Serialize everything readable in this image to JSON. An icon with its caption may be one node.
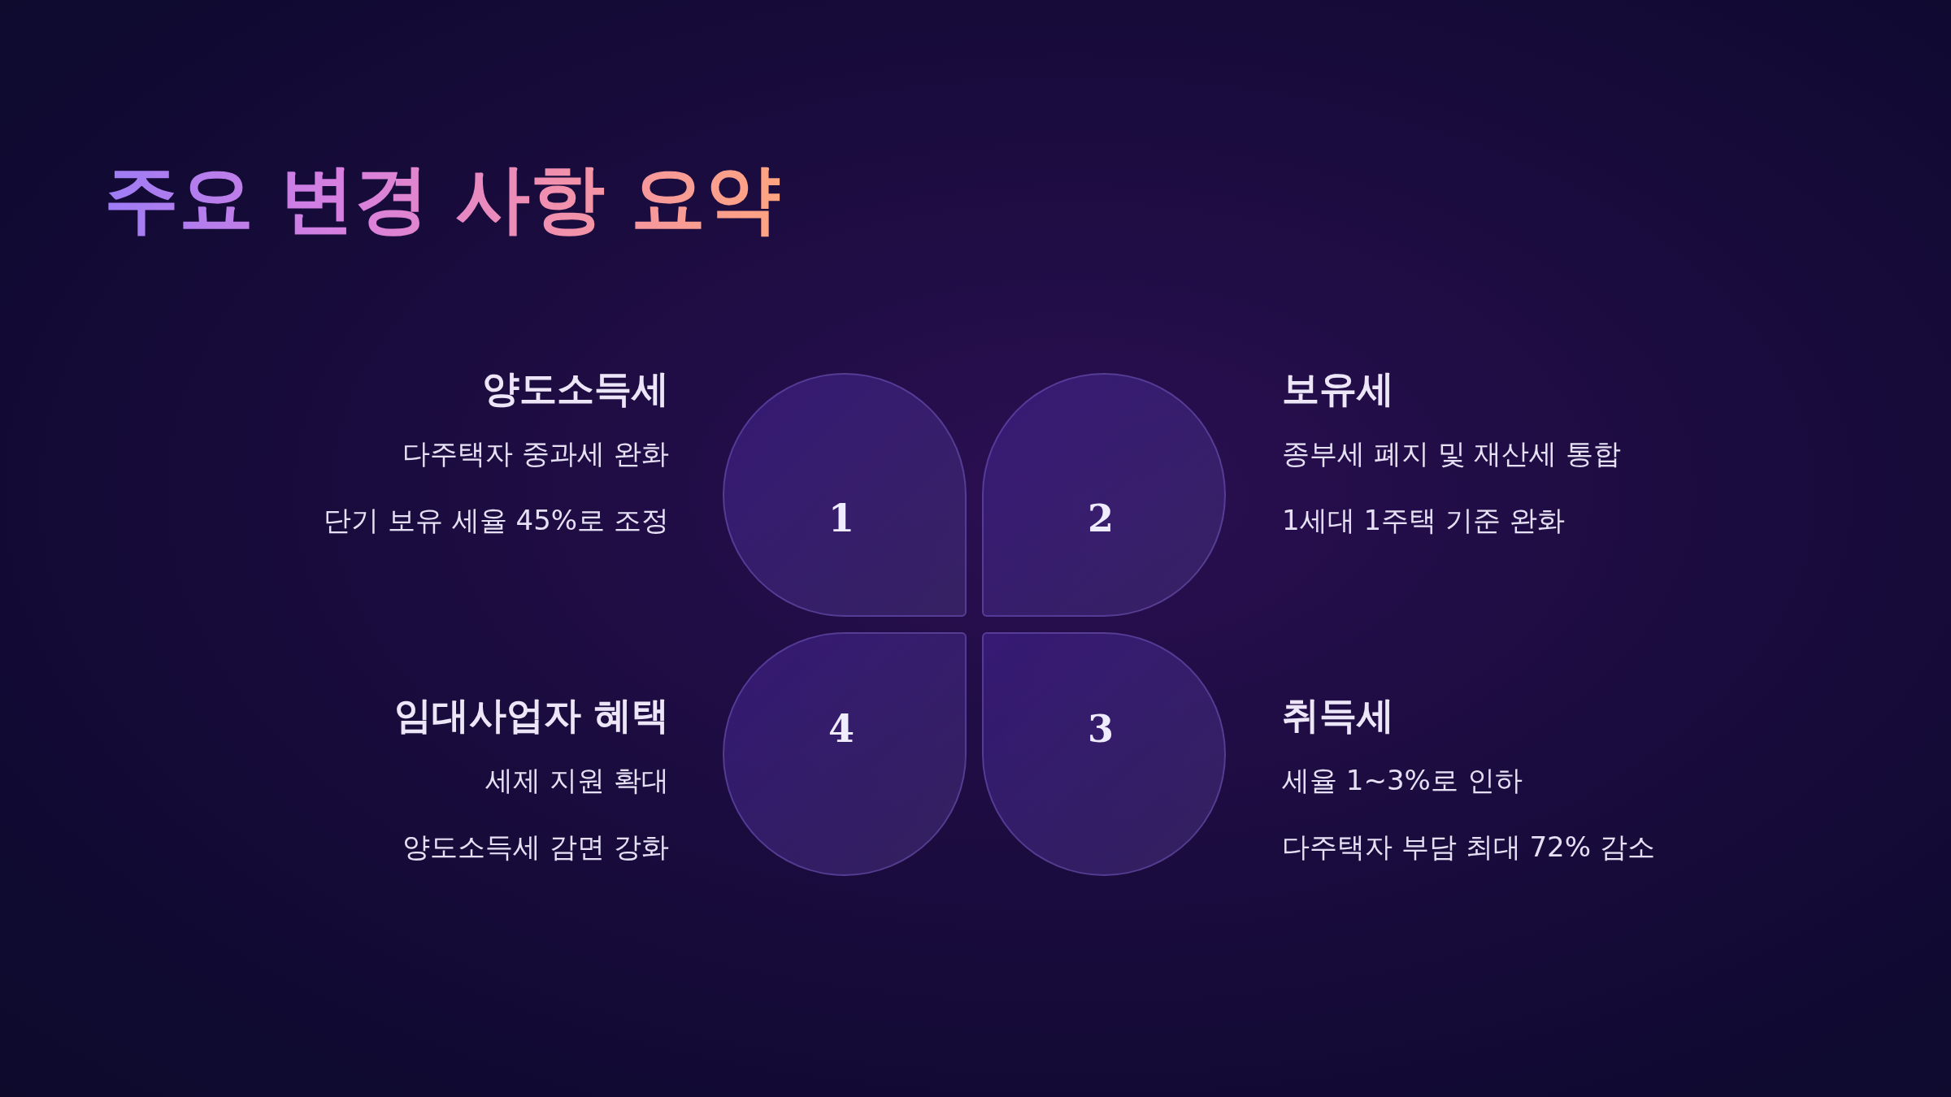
{
  "diagram": {
    "title": "주요 변경 사항 요약",
    "nodes": [
      {
        "text": [
          "1"
        ],
        "beside": [
          "양도소득세",
          "다주택자 중과세 완화",
          "단기 보유 세율 45%로 조정"
        ]
      },
      {
        "text": [
          "2"
        ],
        "beside": [
          "보유세",
          "종부세 폐지 및 재산세 통합",
          "1세대 1주택 기준 완화"
        ]
      },
      {
        "text": [
          "3"
        ],
        "beside": [
          "취득세",
          "세율 1~3%로 인하",
          "다주택자 부담 최대 72% 감소"
        ]
      },
      {
        "text": [
          "4"
        ],
        "beside": [
          "임대사업자 혜택",
          "세제 지원 확대",
          "양도소득세 감면 강화"
        ]
      }
    ],
    "edges": []
  }
}
